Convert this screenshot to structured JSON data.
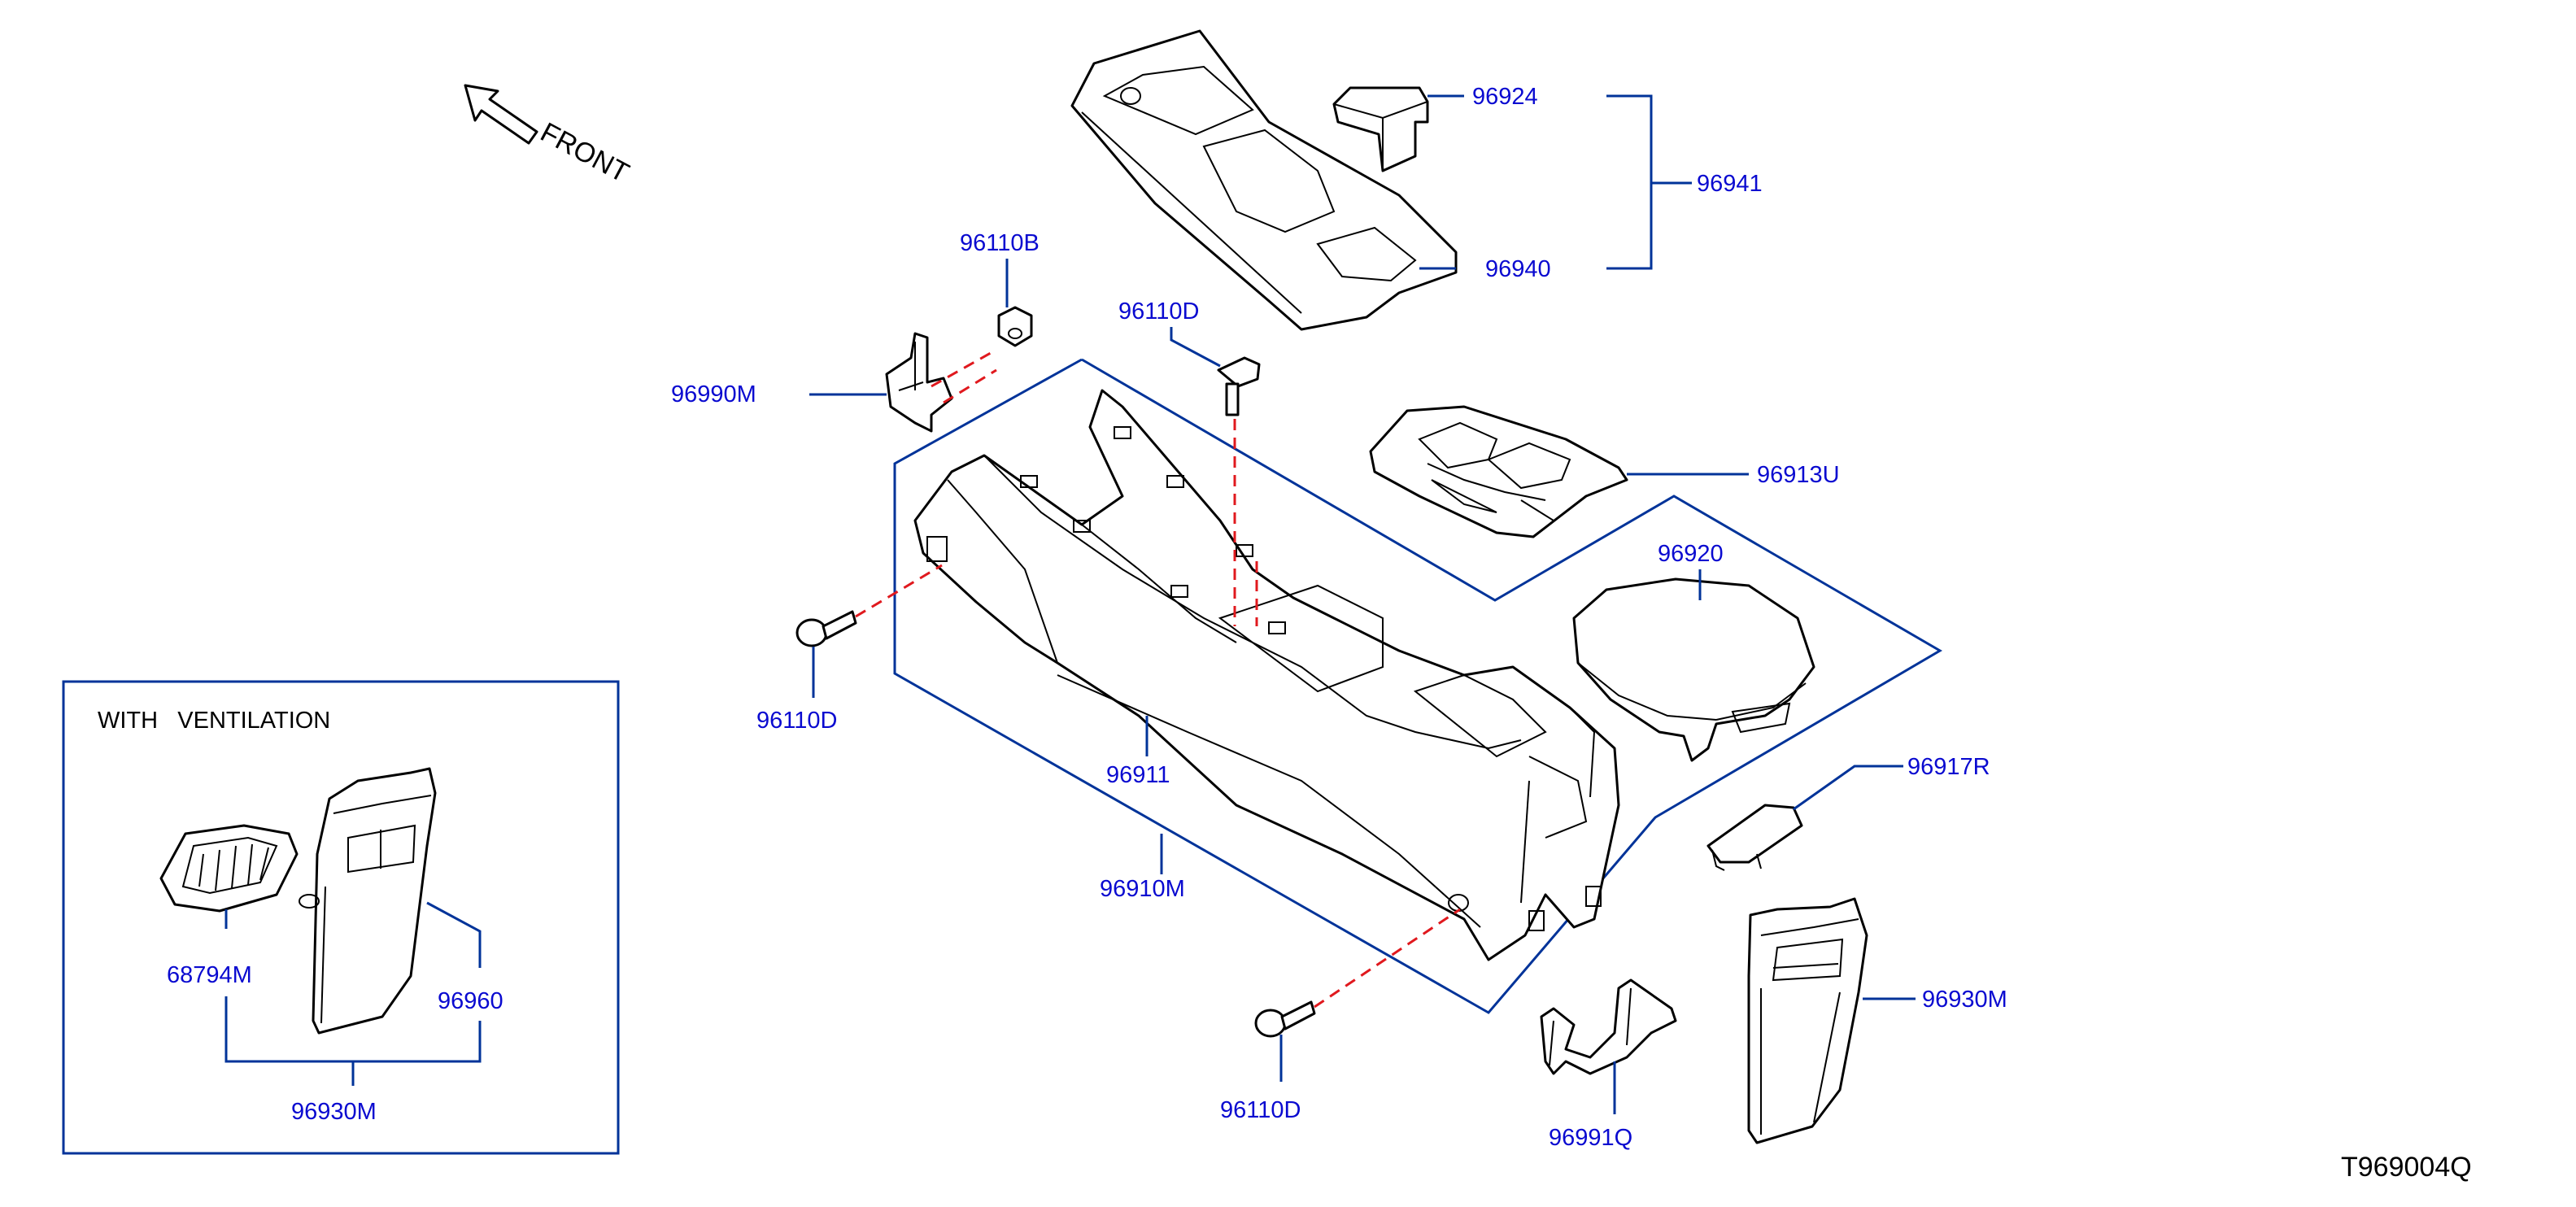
{
  "diagram_code": "T969004Q",
  "direction_label": "FRONT",
  "inset_title": "WITH   VENTILATION",
  "colors": {
    "label": "#0a0ad0",
    "leader": "#003399",
    "dash": "#e0191e",
    "outline": "#000000"
  },
  "labels": {
    "p96924": "96924",
    "p96941": "96941",
    "p96940": "96940",
    "p96110B": "96110B",
    "p96110D_top": "96110D",
    "p96990M": "96990M",
    "p96913U": "96913U",
    "p96920": "96920",
    "p96110D_left": "96110D",
    "p96911": "96911",
    "p96910M": "96910M",
    "p96917R": "96917R",
    "p96930M_right": "96930M",
    "p96110D_bottom": "96110D",
    "p96991Q": "96991Q",
    "p68794M": "68794M",
    "p96960": "96960",
    "p96930M_inset": "96930M"
  }
}
